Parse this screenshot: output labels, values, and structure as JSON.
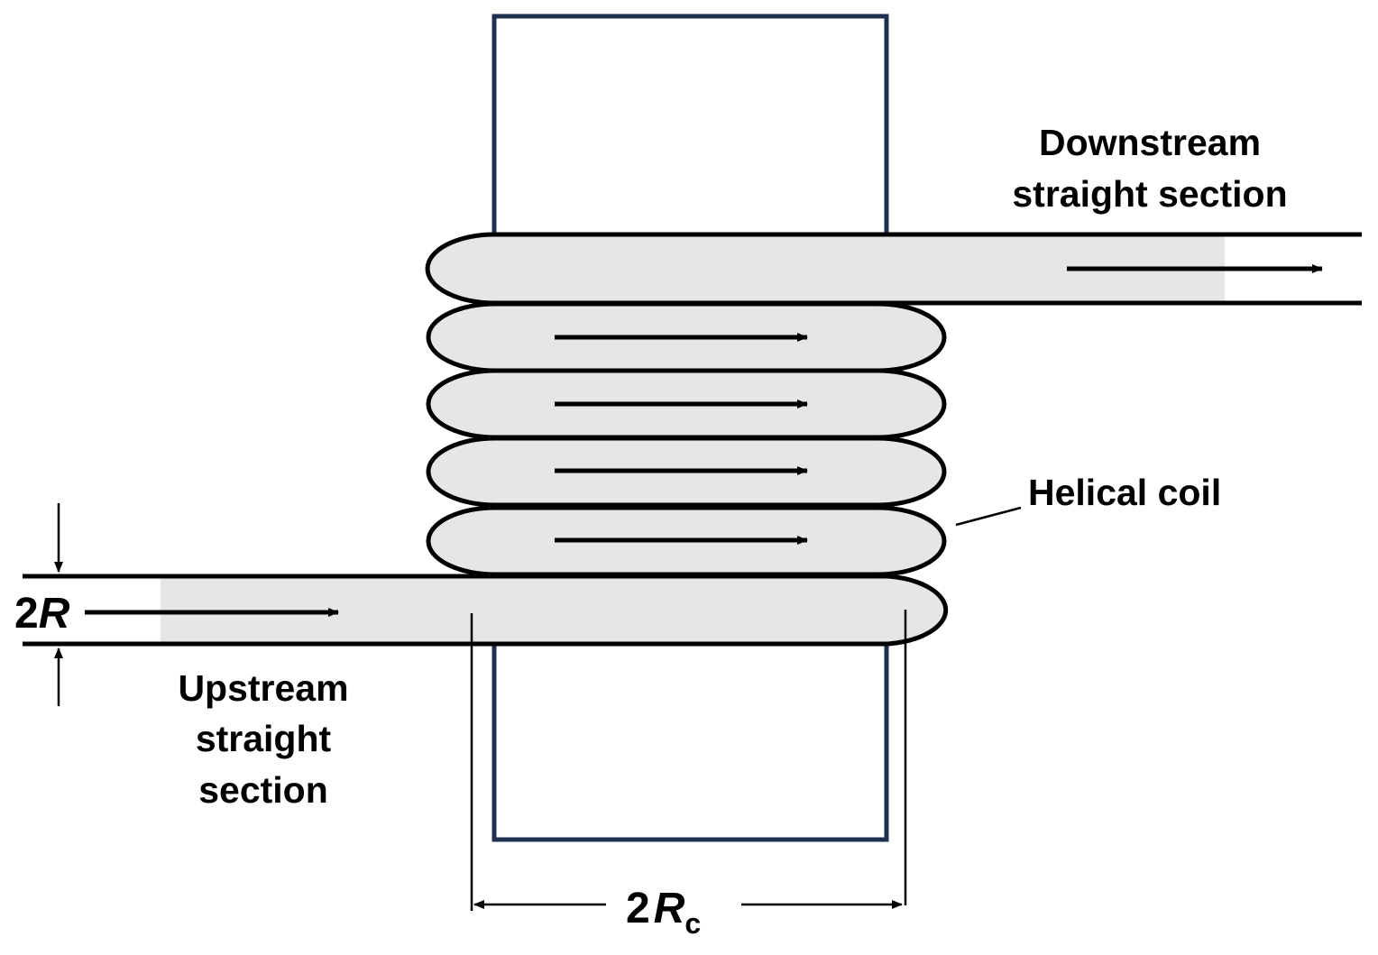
{
  "labels": {
    "downstream_line1": "Downstream",
    "downstream_line2": "straight section",
    "helical_coil": "Helical coil",
    "upstream_line1": "Upstream",
    "upstream_line2": "straight",
    "upstream_line3": "section"
  },
  "dimensions": {
    "pipe_diameter_coefficient": "2",
    "pipe_diameter_symbol": "R",
    "coil_diameter_coefficient": "2",
    "coil_diameter_symbol": "R",
    "coil_diameter_subscript": "c"
  },
  "colors": {
    "core_outline": "#1f3050",
    "fluid_fill": "#e6e6e6",
    "stroke": "#000000"
  },
  "coil": {
    "turn_count": 6
  }
}
